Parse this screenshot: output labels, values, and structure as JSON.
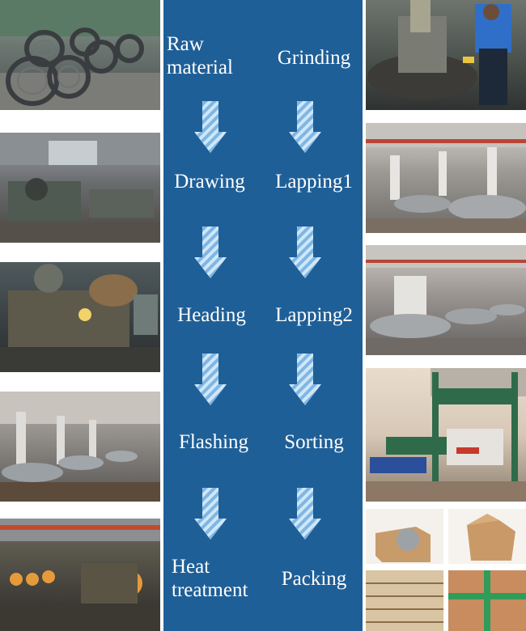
{
  "process": {
    "left": [
      "Raw\nmaterial",
      "Drawing",
      "Heading",
      "Flashing",
      "Heat\ntreatment"
    ],
    "right": [
      "Grinding",
      "Lapping1",
      "Lapping2",
      "Sorting",
      "Packing"
    ]
  },
  "colors": {
    "panel": "#1f5f97",
    "arrow_light": "#cfe7f8",
    "arrow_stripe": "#7fb6e3",
    "text": "#ffffff"
  },
  "photos": {
    "left": [
      "wire-coil-photo",
      "drawing-machine-photo",
      "heading-machine-photo",
      "flashing-machine-photo",
      "heat-treatment-furnace-photo"
    ],
    "right": [
      "grinding-machine-photo",
      "lapping-machine-photo-1",
      "lapping-machine-photo-2",
      "sorting-machine-photo",
      "packing-cartons-photo"
    ]
  }
}
